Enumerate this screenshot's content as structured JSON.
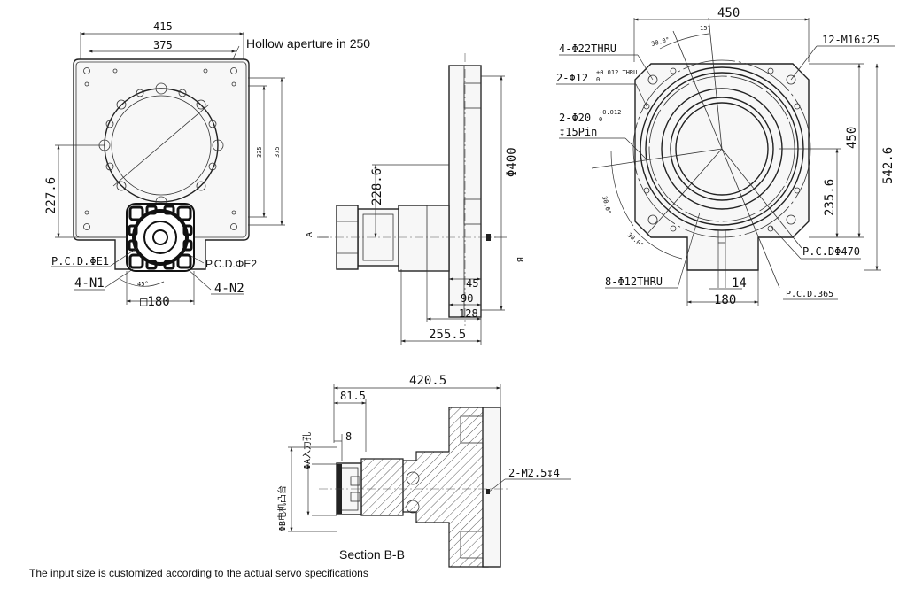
{
  "top_view": {
    "dim_width_outer": "415",
    "dim_width_inner": "375",
    "callout_hollow": "Hollow aperture in 250",
    "dim_height_inner": "335",
    "dim_height_outer": "375",
    "dim_left": "227.6",
    "label_pcd_e1": "P.C.D.ΦE1",
    "label_pcd_e2": "P.C.D.ΦE2",
    "label_n1": "4-N1",
    "label_n2": "4-N2",
    "angle": "45°",
    "dim_bottom": "□180"
  },
  "side_view": {
    "dim_height": "228.6",
    "dim_dia": "Φ400",
    "dim_45": "45",
    "dim_90": "90",
    "dim_128": "128",
    "dim_total": "255.5",
    "section_mark_a": "A",
    "section_mark_b": "B"
  },
  "right_view": {
    "dim_width": "450",
    "label_thru22": "4-Φ22THRU",
    "label_phi12": "2-Φ12",
    "tol_phi12": "+0.012 THRU",
    "tol_phi12_b": "0",
    "label_phi20": "2-Φ20",
    "tol_phi20": "-0.012",
    "tol_phi20_b": "0",
    "label_pin": "↧15Pin",
    "label_m16": "12-M16↧25",
    "angle_top_a": "30.0°",
    "angle_top_b": "15°",
    "angle_left_a": "30.0°",
    "angle_left_b": "30.0°",
    "dim_450_v": "450",
    "dim_542": "542.6",
    "dim_235": "235.6",
    "label_pcd470": "P.C.DΦ470",
    "label_thru12": "8-Φ12THRU",
    "dim_14": "14",
    "dim_180": "180",
    "label_pcd365": "P.C.D.365"
  },
  "section_view": {
    "dim_total": "420.5",
    "dim_81": "81.5",
    "dim_8": "8",
    "label_input": "ΦA入力孔",
    "label_output": "ΦB电机凸台",
    "label_m25": "2-M2.5↧4",
    "title": "Section B-B"
  },
  "footnote": "The input size is customized according to the actual servo specifications"
}
